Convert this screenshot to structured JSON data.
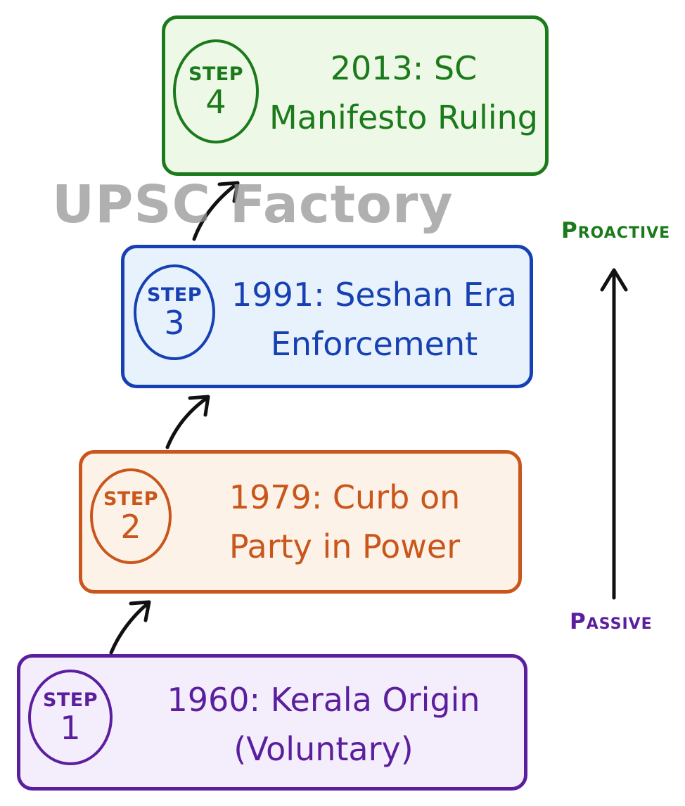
{
  "steps": [
    {
      "badge_word": "STEP",
      "number": "1",
      "line1": "1960: Kerala Origin",
      "line2": "(Voluntary)",
      "color": "#5b1f9e",
      "fill": "#f4eefc"
    },
    {
      "badge_word": "STEP",
      "number": "2",
      "line1": "1979: Curb on",
      "line2": "Party in Power",
      "color": "#c9561b",
      "fill": "#fdf2e8"
    },
    {
      "badge_word": "STEP",
      "number": "3",
      "line1": "1991: Seshan Era",
      "line2": "Enforcement",
      "color": "#1741b3",
      "fill": "#e7f2fd"
    },
    {
      "badge_word": "STEP",
      "number": "4",
      "line1": "2013: SC",
      "line2": "Manifesto Ruling",
      "color": "#1b7a1b",
      "fill": "#eef8e6"
    }
  ],
  "axis": {
    "top_label": "Proactive",
    "bottom_label": "Passive",
    "top_color": "#1b7a1b",
    "bottom_color": "#5b1f9e"
  },
  "watermark": "UPSC Factory"
}
